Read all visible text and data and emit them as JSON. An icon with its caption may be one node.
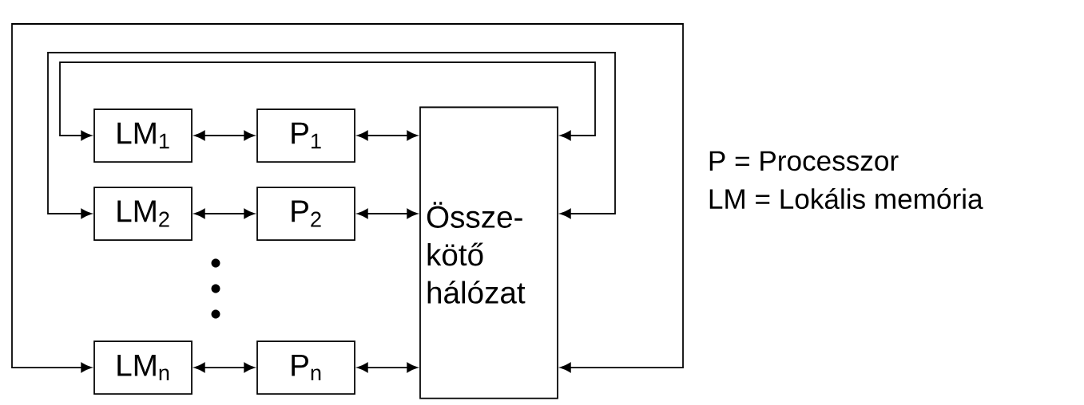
{
  "diagram": {
    "nodes": [
      {
        "text": [
          "LM$_{1}$"
        ]
      },
      {
        "text": [
          "P$_{1}$"
        ]
      },
      {
        "text": [
          "LM$_{2}$"
        ]
      },
      {
        "text": [
          "P$_{2}$"
        ]
      },
      {
        "text": [
          "LM$_{n}$"
        ]
      },
      {
        "text": [
          "P$_{n}$"
        ]
      },
      {
        "text": [
          "Össze-kötő hálózat"
        ]
      }
    ],
    "edges": [
      {
        "from": 0,
        "to": 1,
        "arrow": "both"
      },
      {
        "from": 1,
        "to": 6,
        "arrow": "both"
      },
      {
        "from": 2,
        "to": 3,
        "arrow": "both"
      },
      {
        "from": 3,
        "to": 6,
        "arrow": "both"
      },
      {
        "from": 4,
        "to": 5,
        "arrow": "both"
      },
      {
        "from": 5,
        "to": 6,
        "arrow": "both"
      },
      {
        "from": 6,
        "to": 0,
        "arrow": "both"
      },
      {
        "from": 6,
        "to": 2,
        "arrow": "both"
      },
      {
        "from": 6,
        "to": 4,
        "arrow": "both"
      }
    ],
    "labels": [
      "P   = Processzor",
      "LM = Lokális memória"
    ]
  }
}
